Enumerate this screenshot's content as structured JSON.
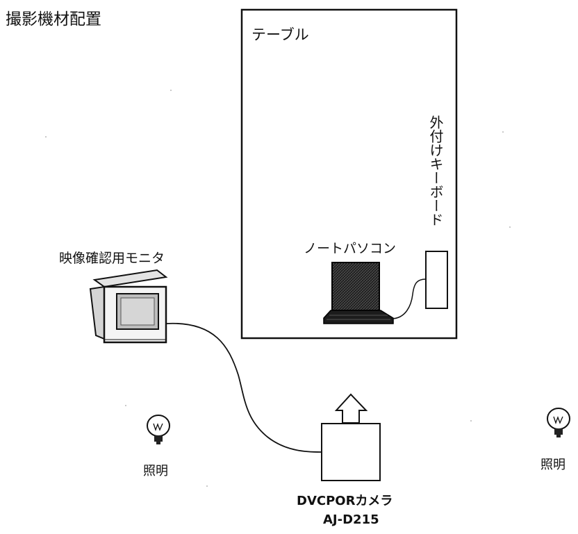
{
  "title": "撮影機材配置",
  "table": {
    "label": "テーブル"
  },
  "notebook": {
    "label": "ノートパソコン"
  },
  "keyboard": {
    "label": "外付けキーボード"
  },
  "monitor": {
    "label": "映像確認用モニタ"
  },
  "lights": [
    {
      "label": "照明"
    },
    {
      "label": "照明"
    }
  ],
  "camera": {
    "name": "DVCPORカメラ",
    "model": "AJ-D215"
  }
}
